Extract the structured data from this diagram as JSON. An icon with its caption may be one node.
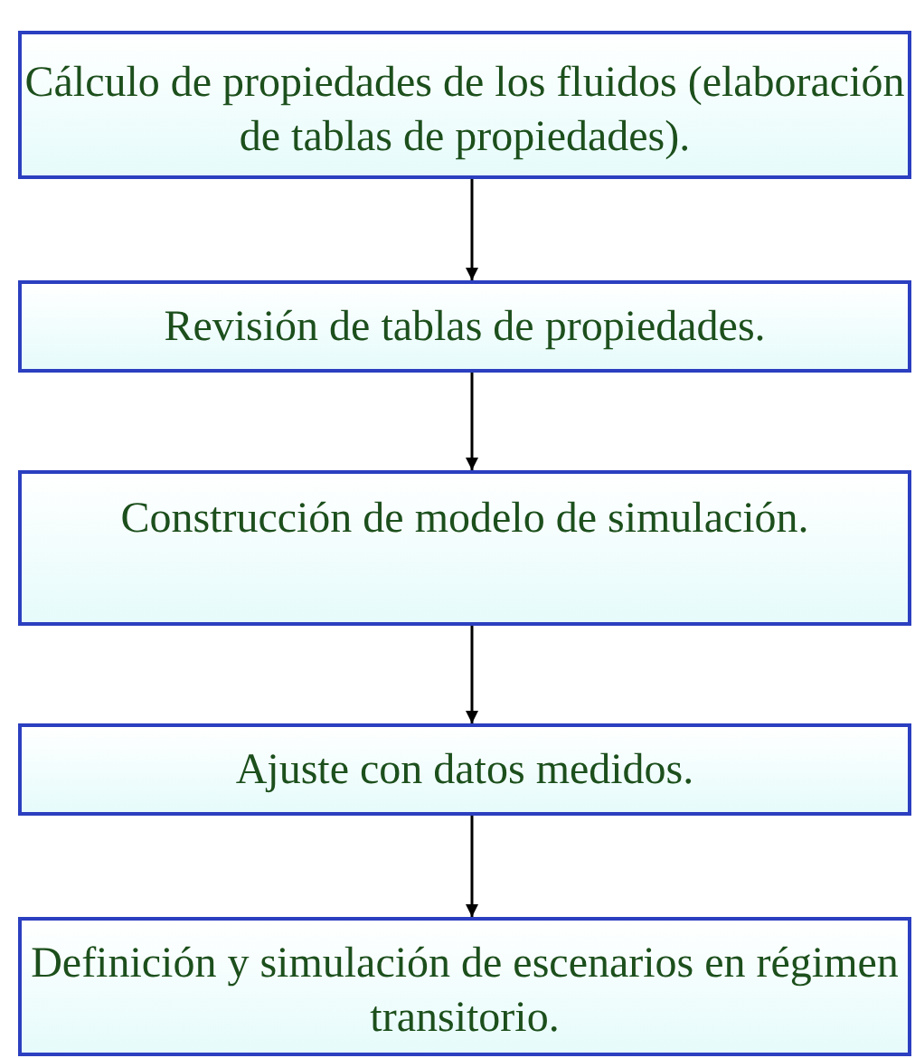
{
  "diagram": {
    "nodes": [
      {
        "text": [
          "Cálculo de propiedades de los fluidos (elaboración de tablas de propiedades)."
        ]
      },
      {
        "text": [
          "Revisión de tablas de propiedades."
        ]
      },
      {
        "text": [
          "Construcción de modelo de simulación."
        ]
      },
      {
        "text": [
          "Ajuste con datos medidos."
        ]
      },
      {
        "text": [
          "Definición y simulación de escenarios en régimen transitorio."
        ]
      }
    ],
    "edges": [
      {
        "from": 0,
        "to": 1,
        "arrow": "to"
      },
      {
        "from": 1,
        "to": 2,
        "arrow": "to"
      },
      {
        "from": 2,
        "to": 3,
        "arrow": "to"
      },
      {
        "from": 3,
        "to": 4,
        "arrow": "to"
      }
    ]
  }
}
